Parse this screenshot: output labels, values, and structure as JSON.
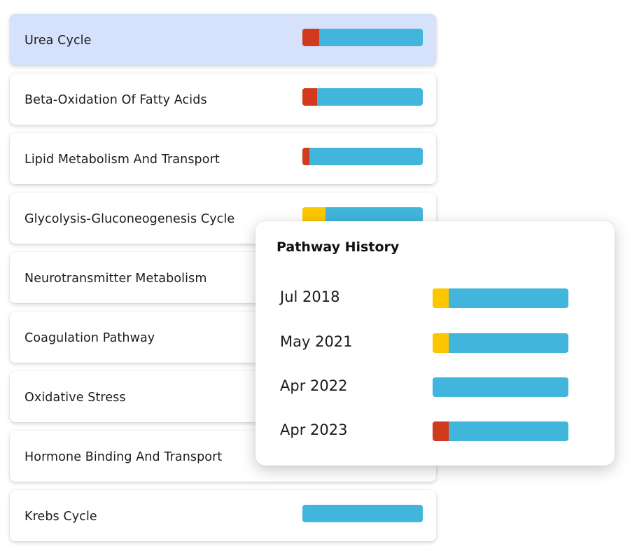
{
  "colors": {
    "bar_base": "#41b5dc",
    "red": "#d13a1d",
    "yellow": "#fdc700",
    "selected_row": "#d6e1fb"
  },
  "pathways": [
    {
      "label": "Urea Cycle",
      "selected": true,
      "flag_color": "red",
      "flag_fraction": 0.14
    },
    {
      "label": "Beta-Oxidation Of Fatty Acids",
      "selected": false,
      "flag_color": "red",
      "flag_fraction": 0.12
    },
    {
      "label": "Lipid Metabolism And Transport",
      "selected": false,
      "flag_color": "red",
      "flag_fraction": 0.06
    },
    {
      "label": "Glycolysis-Gluconeogenesis Cycle",
      "selected": false,
      "flag_color": "yellow",
      "flag_fraction": 0.19
    },
    {
      "label": "Neurotransmitter Metabolism",
      "selected": false,
      "flag_color": null,
      "flag_fraction": 0
    },
    {
      "label": "Coagulation Pathway",
      "selected": false,
      "flag_color": null,
      "flag_fraction": 0
    },
    {
      "label": "Oxidative Stress",
      "selected": false,
      "flag_color": null,
      "flag_fraction": 0
    },
    {
      "label": "Hormone Binding And Transport",
      "selected": false,
      "flag_color": null,
      "flag_fraction": 0
    },
    {
      "label": "Krebs Cycle",
      "selected": false,
      "flag_color": null,
      "flag_fraction": 0
    }
  ],
  "history": {
    "title": "Pathway History",
    "entries": [
      {
        "date": "Jul 2018",
        "flag_color": "yellow",
        "flag_fraction": 0.12
      },
      {
        "date": "May 2021",
        "flag_color": "yellow",
        "flag_fraction": 0.12
      },
      {
        "date": "Apr 2022",
        "flag_color": null,
        "flag_fraction": 0
      },
      {
        "date": "Apr 2023",
        "flag_color": "red",
        "flag_fraction": 0.12
      }
    ]
  }
}
